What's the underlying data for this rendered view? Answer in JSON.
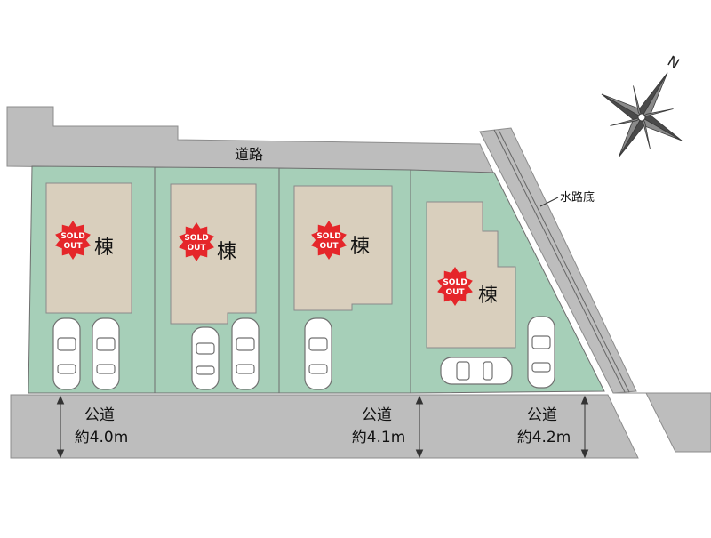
{
  "roads": {
    "private_road_label": "道路",
    "waterway_label": "水路底",
    "public_roads": [
      {
        "label": "公道",
        "width": "約4.0m"
      },
      {
        "label": "公道",
        "width": "約4.1m"
      },
      {
        "label": "公道",
        "width": "約4.2m"
      }
    ]
  },
  "compass": {
    "north_label": "N"
  },
  "lots": [
    {
      "building_suffix": "棟",
      "status": {
        "line1": "SOLD",
        "line2": "OUT"
      },
      "parking_spaces": 2
    },
    {
      "building_suffix": "棟",
      "status": {
        "line1": "SOLD",
        "line2": "OUT"
      },
      "parking_spaces": 2
    },
    {
      "building_suffix": "棟",
      "status": {
        "line1": "SOLD",
        "line2": "OUT"
      },
      "parking_spaces": 1
    },
    {
      "building_suffix": "棟",
      "status": {
        "line1": "SOLD",
        "line2": "OUT"
      },
      "parking_spaces": 2
    }
  ],
  "colors": {
    "road": "#bdbdbd",
    "road_stroke": "#8c8c8c",
    "lot": "#a6cfb8",
    "lot_stroke": "#6e6e6e",
    "building": "#d9cfbd",
    "badge": "#e5262a",
    "badge_text": "#ffffff"
  }
}
